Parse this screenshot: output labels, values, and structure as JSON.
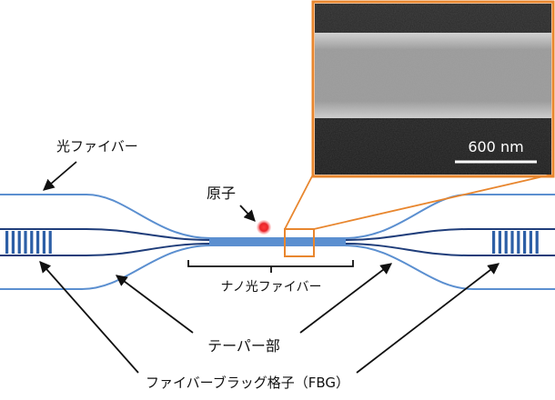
{
  "labels": {
    "optical_fiber": "光ファイバー",
    "atom": "原子",
    "nanofiber": "ナノ光ファイバー",
    "taper": "テーパー部",
    "fbg": "ファイバーブラッグ格子（FBG）"
  },
  "inset": {
    "scale_bar_label": "600 nm"
  },
  "colors": {
    "fiber_outer": "#5b8fd0",
    "fiber_core": "#1f3d7a",
    "grating": "#2d5fa6",
    "inset_frame": "#e8862e",
    "atom": "#e8242a"
  }
}
